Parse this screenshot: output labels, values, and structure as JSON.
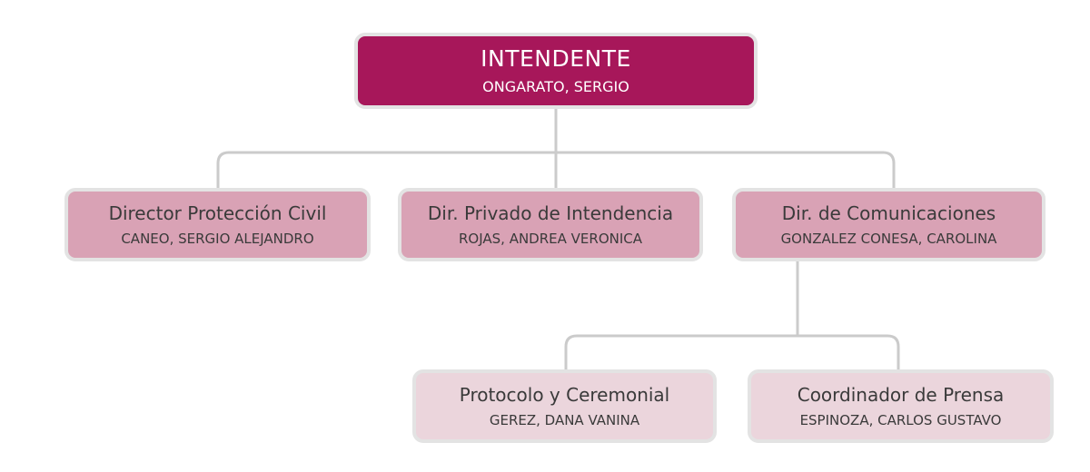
{
  "colors": {
    "root_fill": "#a7175a",
    "level2_fill": "#d9a2b5",
    "level3_fill": "#ebd5dc",
    "border": "#e3e3e3",
    "connector": "#cbcbcb",
    "dark_text": "#3a3a3a",
    "light_text": "#ffffff"
  },
  "org_chart": {
    "root": {
      "title": "INTENDENTE",
      "person": "ONGARATO, SERGIO"
    },
    "level2": [
      {
        "title": "Director Protección Civil",
        "person": "CANEO, SERGIO ALEJANDRO"
      },
      {
        "title": "Dir. Privado de Intendencia",
        "person": "ROJAS, ANDREA VERONICA"
      },
      {
        "title": "Dir. de Comunicaciones",
        "person": "GONZALEZ CONESA, CAROLINA"
      }
    ],
    "level3": [
      {
        "title": "Protocolo y Ceremonial",
        "person": "GEREZ, DANA VANINA"
      },
      {
        "title": "Coordinador de Prensa",
        "person": "ESPINOZA, CARLOS GUSTAVO"
      }
    ]
  }
}
